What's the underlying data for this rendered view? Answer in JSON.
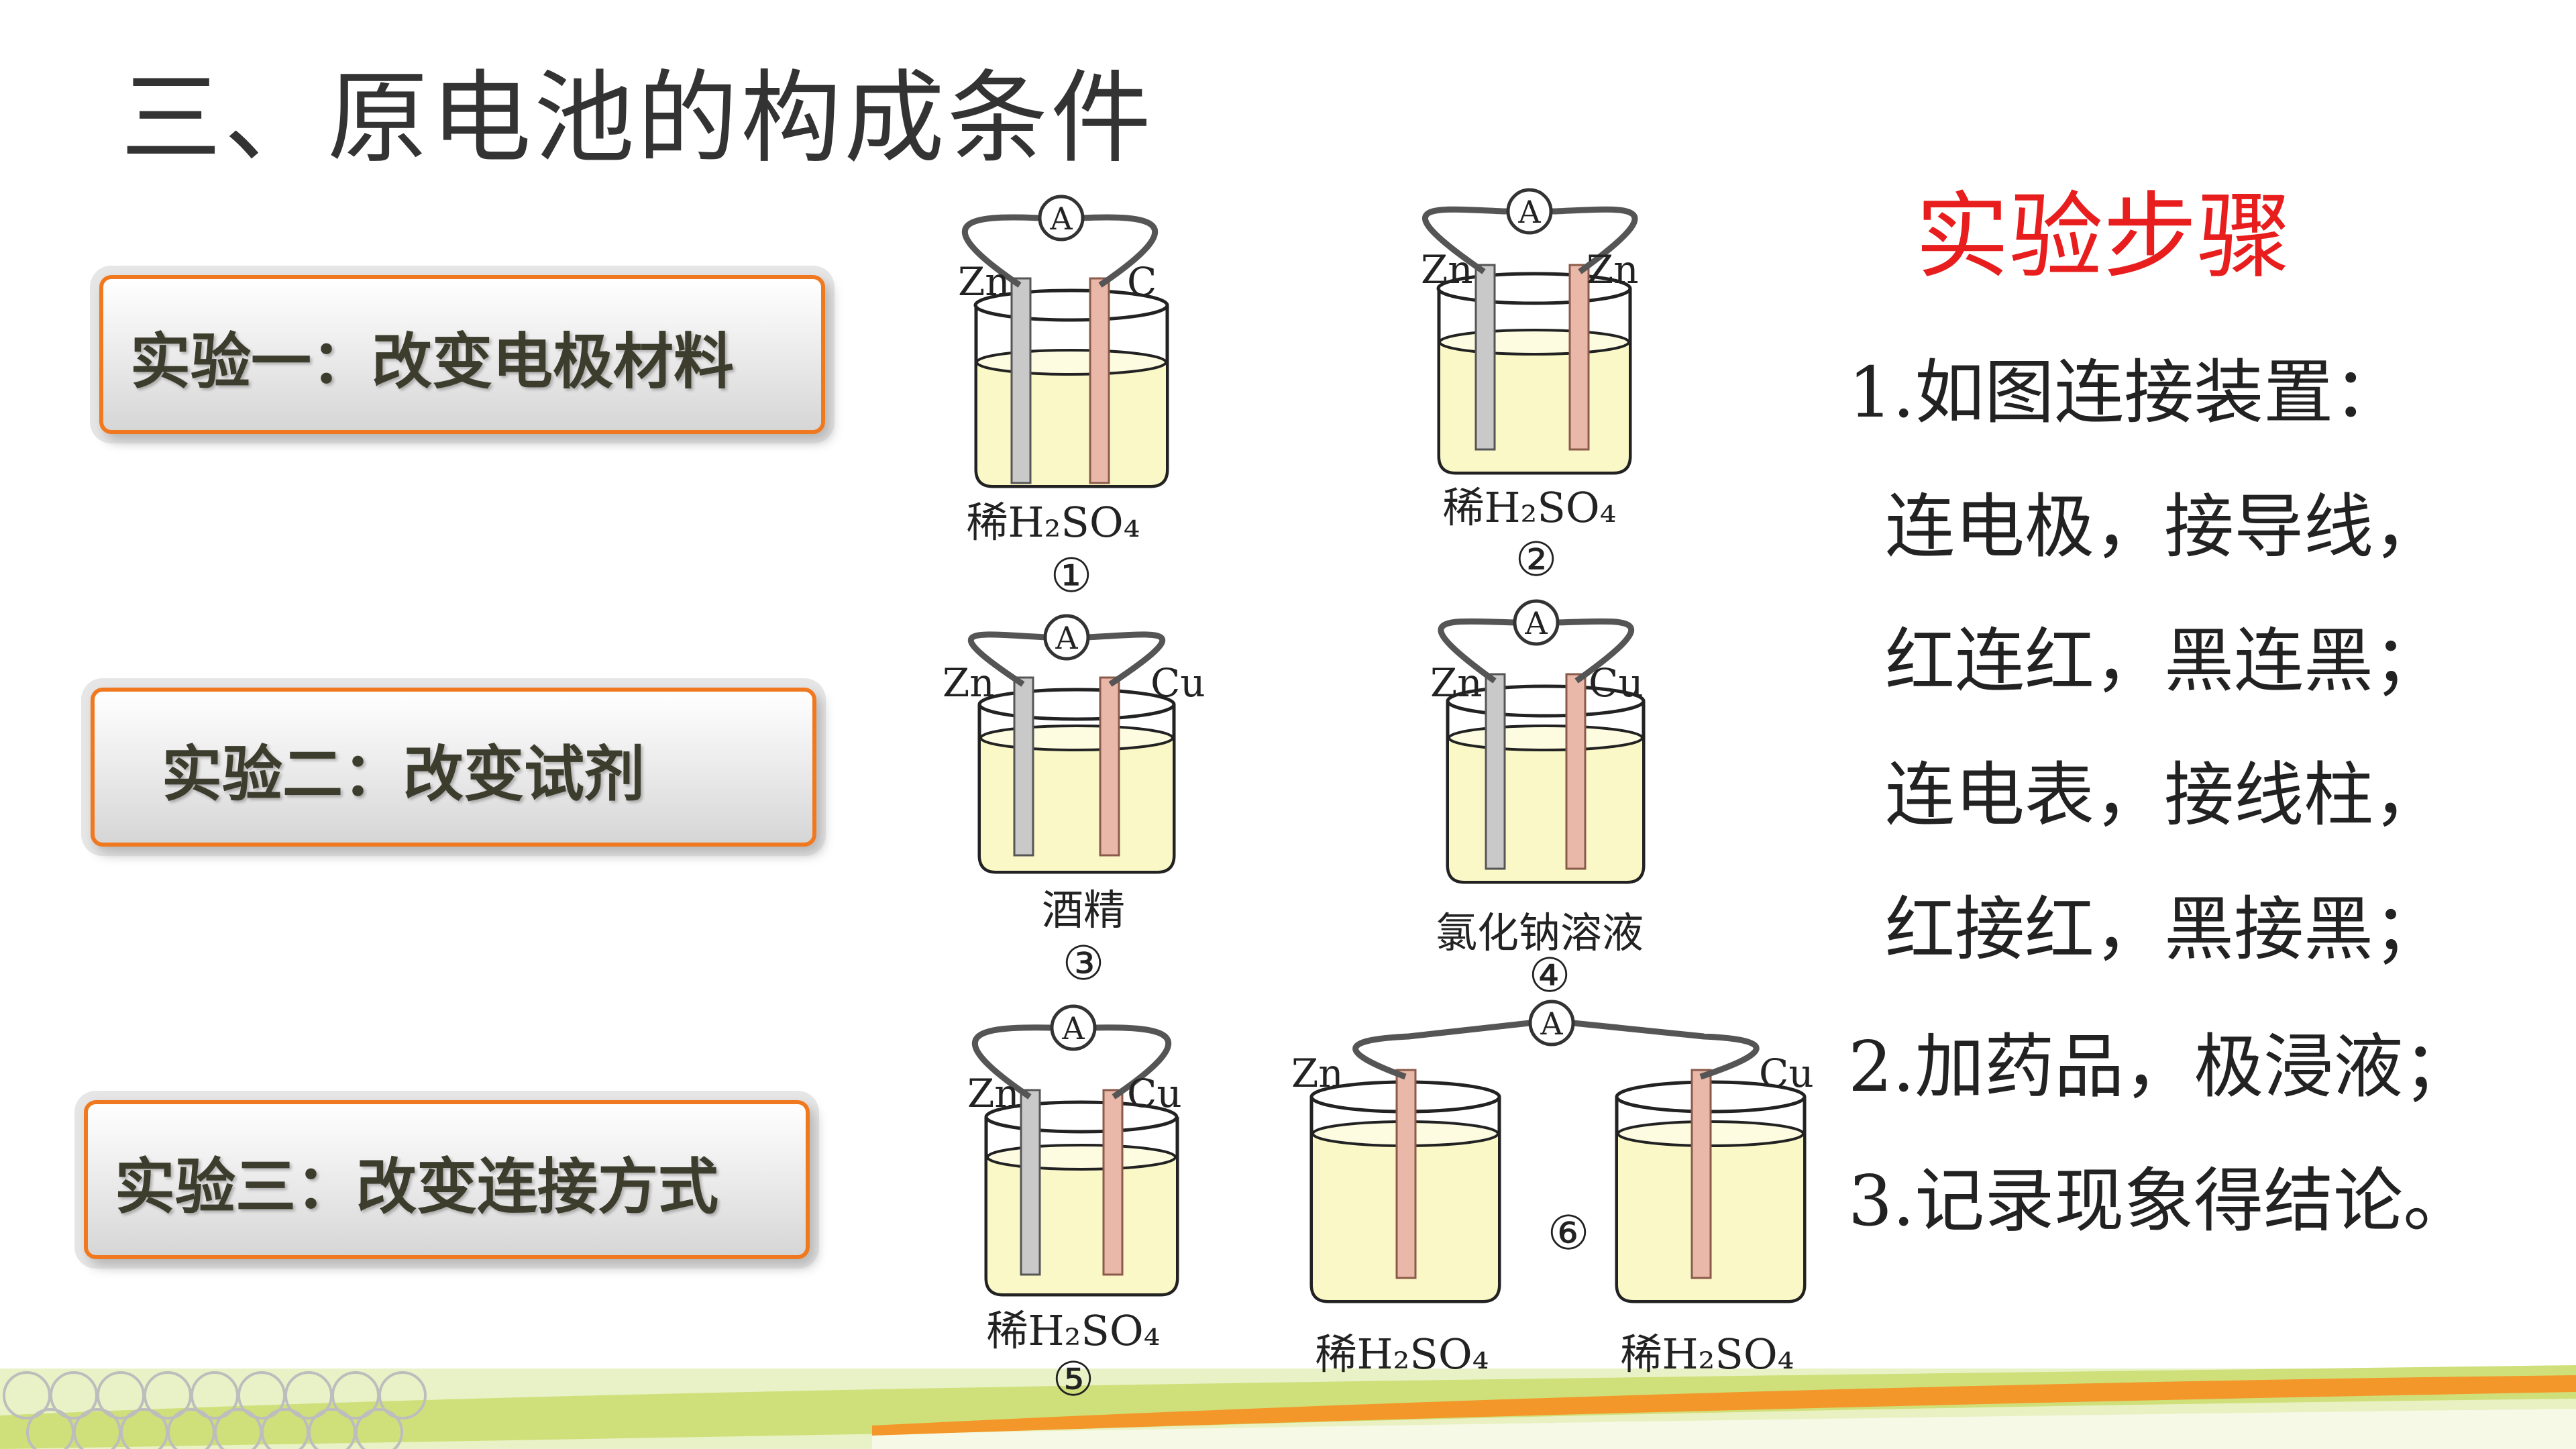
{
  "title": "三、原电池的构成条件",
  "experiments": [
    "实验一：改变电极材料",
    "实验二：改变试剂",
    "实验三：改变连接方式"
  ],
  "steps_title": "实验步骤",
  "steps": [
    "1.如图连接装置：",
    "连电极，接导线，",
    "红连红，黑连黑；",
    "连电表，接线柱，",
    "红接红，黑接黑；",
    "2.加药品，极浸液；",
    "3.记录现象得结论。"
  ],
  "meter_label": "A",
  "cells": [
    {
      "num": "①",
      "left": "Zn",
      "right": "C",
      "solution": "稀H₂SO₄"
    },
    {
      "num": "②",
      "left": "Zn",
      "right": "Zn",
      "solution": "稀H₂SO₄"
    },
    {
      "num": "③",
      "left": "Zn",
      "right": "Cu",
      "solution": "酒精"
    },
    {
      "num": "④",
      "left": "Zn",
      "right": "Cu",
      "solution": "氯化钠溶液"
    },
    {
      "num": "⑤",
      "left": "Zn",
      "right": "Cu",
      "solution": "稀H₂SO₄"
    },
    {
      "num": "⑥",
      "left": "Zn",
      "right": "Cu",
      "solution_left": "稀H₂SO₄",
      "solution_right": "稀H₂SO₄"
    }
  ],
  "colors": {
    "box_border": "#f0781e",
    "steps_title": "#e81d1d",
    "solution": "#fbf8c8",
    "zinc": "#c9c9c9",
    "copper": "#eab8a8"
  }
}
